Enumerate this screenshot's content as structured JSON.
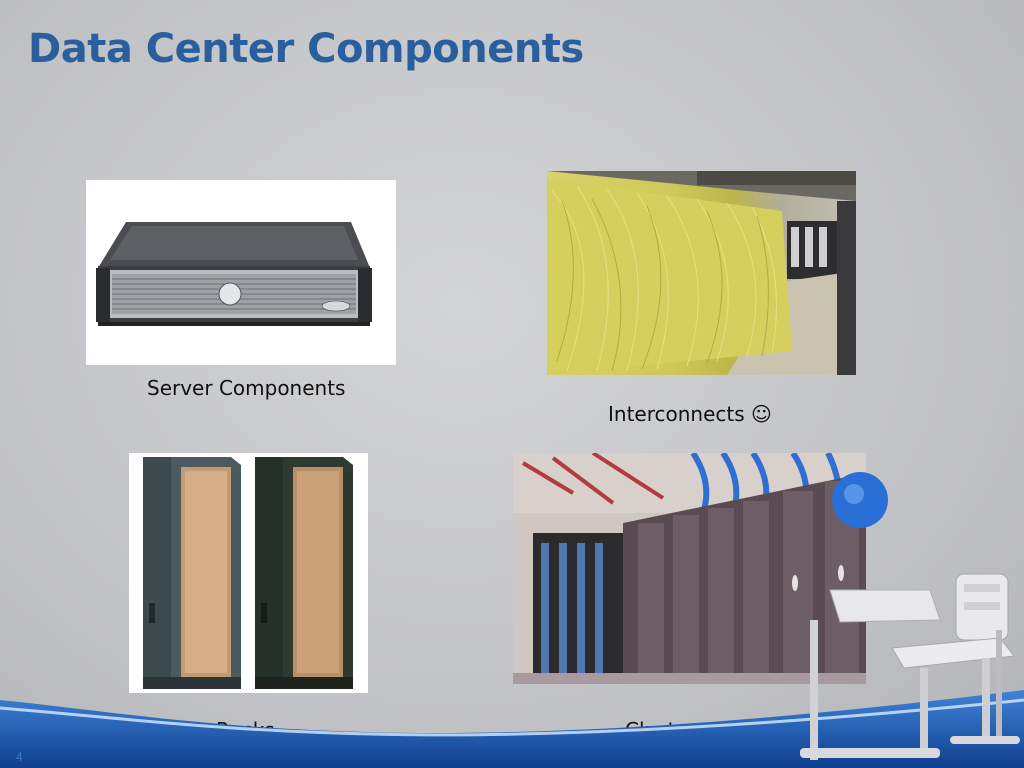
{
  "slide": {
    "title": "Data Center Components",
    "number": "4"
  },
  "captions": {
    "server": "Server Components",
    "interconnects": "Interconnects ☺",
    "racks": "Racks",
    "cluster": "Cluster of Racks"
  },
  "colors": {
    "title": "#2a5f9e",
    "wave": "#1f5fb0"
  }
}
